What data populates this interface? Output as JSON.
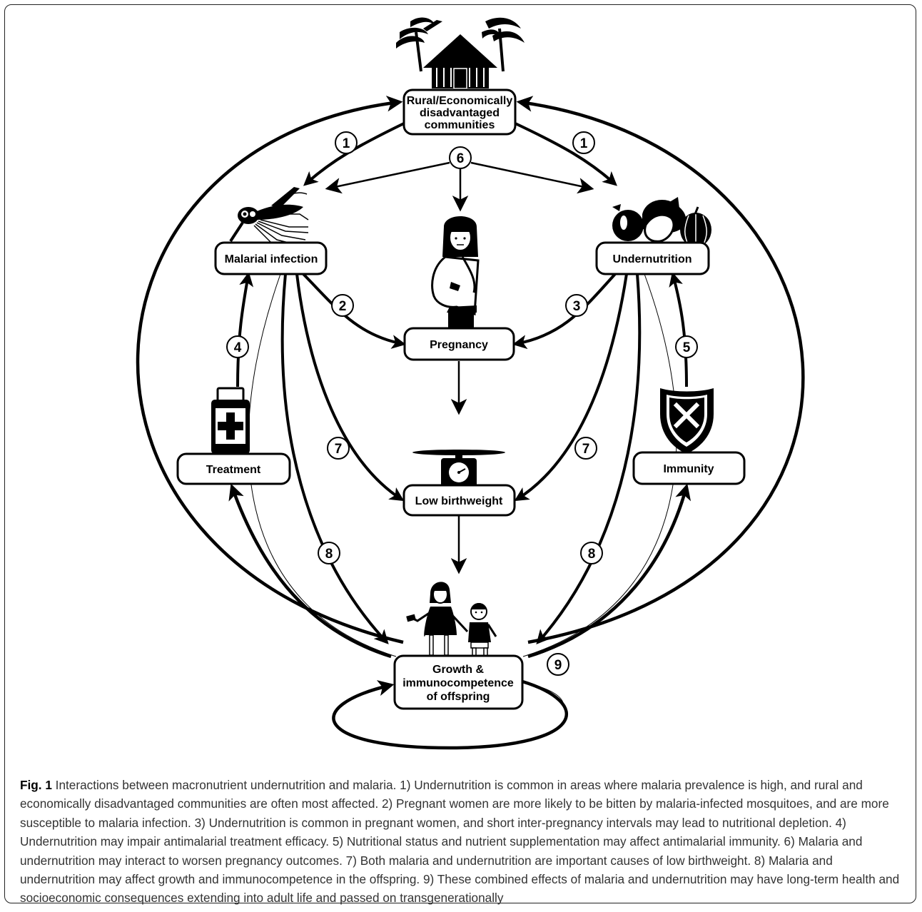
{
  "nodes": {
    "community": [
      "Rural/Economically",
      "disadvantaged",
      "communities"
    ],
    "malaria": "Malarial infection",
    "undernutrition": "Undernutrition",
    "pregnancy": "Pregnancy",
    "treatment": "Treatment",
    "immunity": "Immunity",
    "birthweight": "Low birthweight",
    "offspring": [
      "Growth &",
      "immunocompetence",
      "of offspring"
    ]
  },
  "markers": {
    "m1a": "1",
    "m1b": "1",
    "m6": "6",
    "m2": "2",
    "m3": "3",
    "m4": "4",
    "m5": "5",
    "m7a": "7",
    "m7b": "7",
    "m8a": "8",
    "m8b": "8",
    "m9": "9"
  },
  "caption": {
    "label": "Fig. 1",
    "text": "Interactions between macronutrient undernutrition and malaria. 1) Undernutrition is common in areas where malaria prevalence is high, and rural and economically disadvantaged communities are often most affected. 2) Pregnant women are more likely to be bitten by malaria-infected mosquitoes, and are more susceptible to malaria infection. 3) Undernutrition is common in pregnant women, and short inter-pregnancy intervals may lead to nutritional depletion. 4) Undernutrition may impair antimalarial treatment efficacy. 5) Nutritional status and nutrient supplementation may affect antimalarial immunity. 6) Malaria and undernutrition may interact to worsen pregnancy outcomes. 7) Both malaria and undernutrition are important causes of low birthweight. 8) Malaria and undernutrition may affect growth and immunocompetence in the offspring. 9) These combined effects of malaria and undernutrition may have long-term health and socioeconomic consequences extending into adult life and passed on transgenerationally"
  }
}
